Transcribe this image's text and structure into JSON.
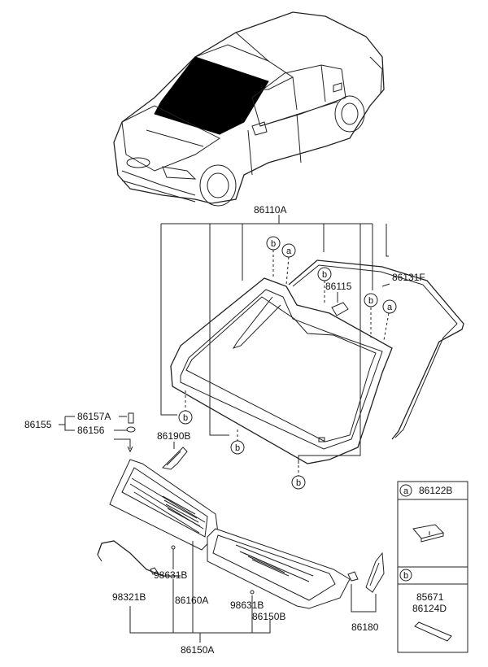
{
  "labels": {
    "windshield_glass": "86110A",
    "moulding": "86131F",
    "mirror_bracket": "86115",
    "assy_bolt": "86155",
    "bolt_a": "86157A",
    "bolt_b": "86156",
    "cowl_bracket": "86190B",
    "cowl_panel_assy": "86150A",
    "cowl_panel_l": "86160A",
    "cowl_panel_r": "86150B",
    "clip_left": "98631B",
    "clip_right": "98631B",
    "washer_hose": "98321B",
    "side_cover": "86180"
  },
  "callouts": {
    "a": "a",
    "b": "b"
  },
  "legend": {
    "a_letter": "a",
    "a_part": "86122B",
    "b_letter": "b",
    "b_part_1": "85671",
    "b_part_2": "86124D"
  }
}
